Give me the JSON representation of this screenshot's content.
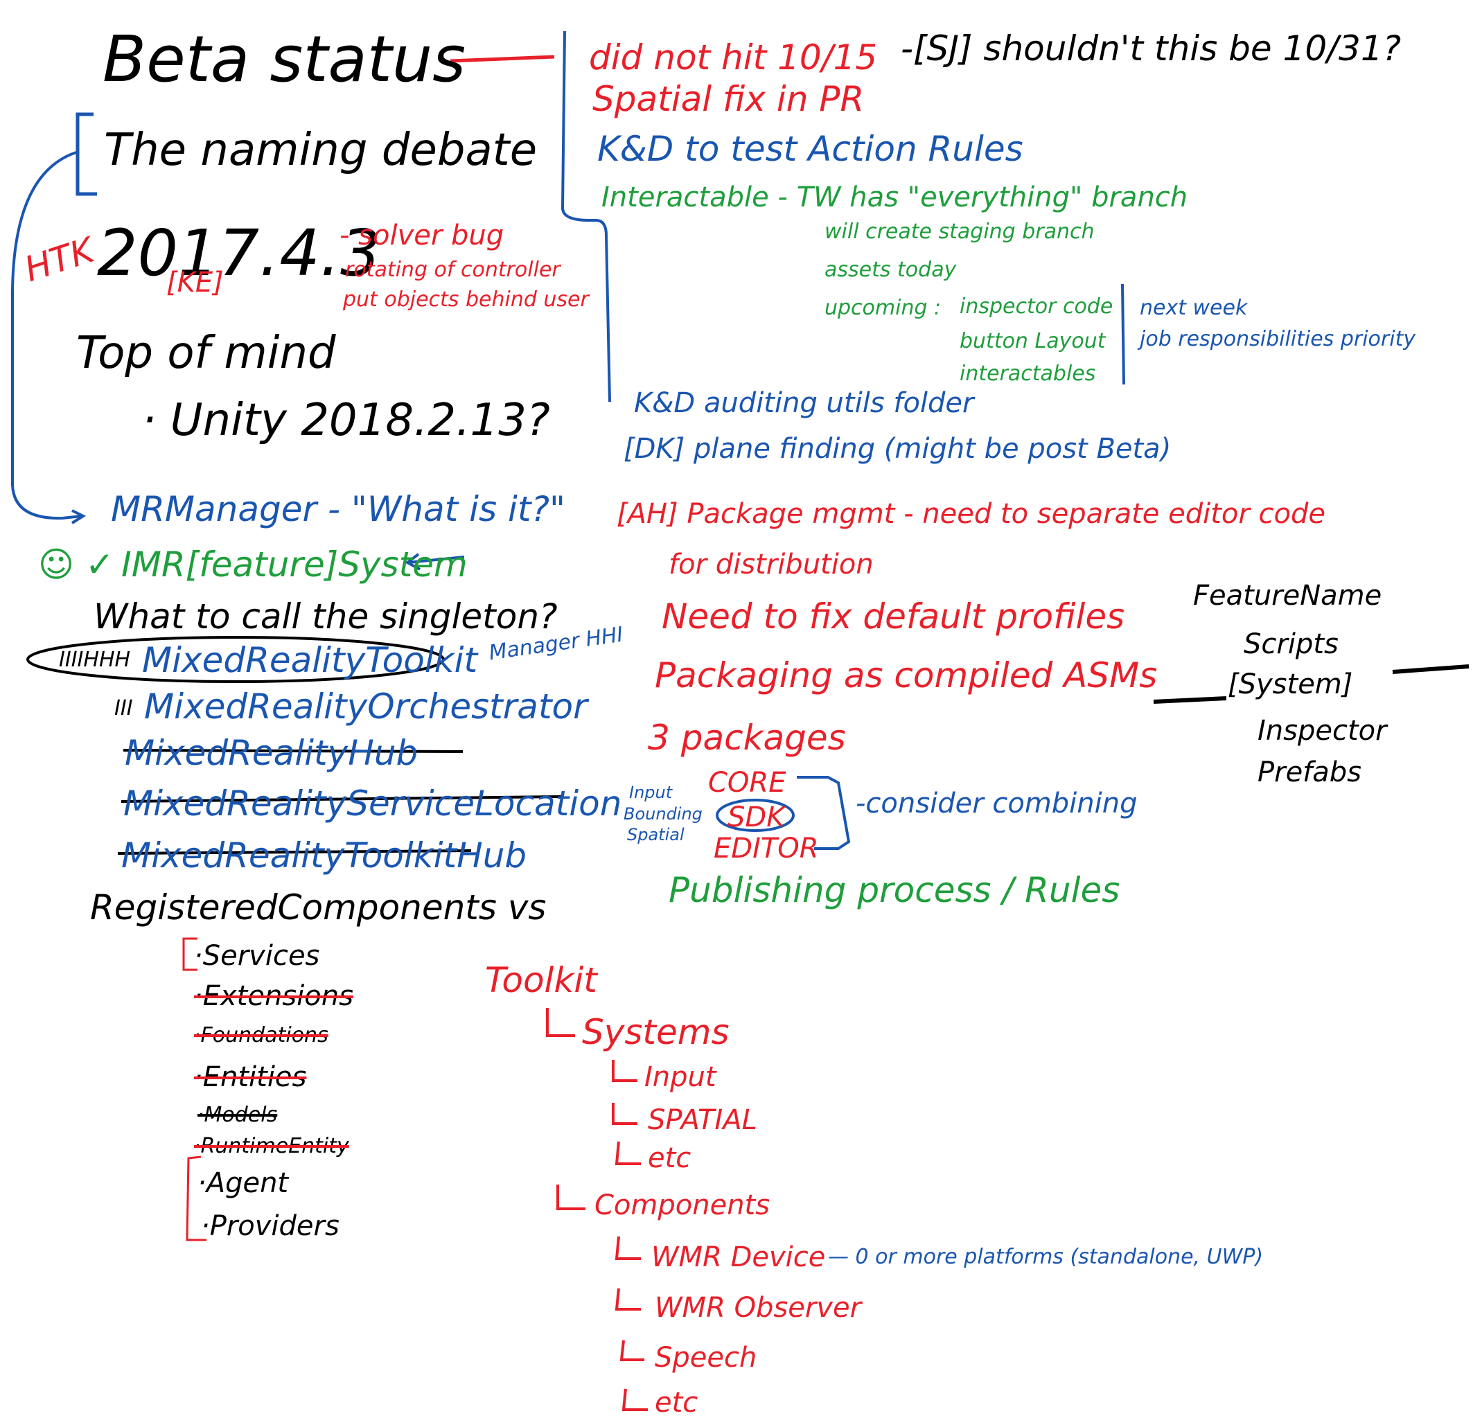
{
  "colors": {
    "black": "#000000",
    "red": "#e8202a",
    "blue": "#1a56b0",
    "green": "#1f9e3c"
  },
  "left": {
    "title": "Beta status",
    "naming_debate": "The naming debate",
    "htk": "HTK",
    "version": "2017.4.3",
    "ke": "[KE]",
    "solver_bug": "- solver bug",
    "rotating": "rotating of controller",
    "put_objects": "put objects behind user",
    "top_of_mind": "Top of mind",
    "unity": "· Unity 2018.2.13?",
    "mrmanager": "MRManager - \"What is it?\"",
    "imr_system": "IMR[feature]System",
    "smiley_check": "☺ ✓",
    "singleton_q": "What to call the singleton?",
    "tally": "IIIIHHH",
    "toolkit": "MixedRealityToolkit",
    "manager": "Manager HHI",
    "orchestrator_tally": "III",
    "orchestrator": "MixedRealityOrchestrator",
    "hub": "MixedRealityHub",
    "service_location": "MixedRealityServiceLocation",
    "toolkit_hub": "MixedRealityToolkitHub",
    "registered": "RegisteredComponents vs",
    "list": [
      {
        "label": "·Services",
        "struck": false
      },
      {
        "label": "·Extensions",
        "struck": true
      },
      {
        "label": "·Foundations",
        "struck": true
      },
      {
        "label": "·Entities",
        "struck": true
      },
      {
        "label": "·Models",
        "struck": true
      },
      {
        "label": "·RuntimeEntity",
        "struck": true
      },
      {
        "label": "·Agent",
        "struck": false
      },
      {
        "label": "·Providers",
        "struck": false
      }
    ]
  },
  "right": {
    "did_not_hit": "did not hit 10/15",
    "sj": "-[SJ] shouldn't this be 10/31?",
    "spatial_fix": "Spatial fix in PR",
    "kd_action": "K&D to test Action Rules",
    "interactable": "Interactable - TW has \"everything\" branch",
    "staging": "will create staging branch",
    "assets": "assets today",
    "upcoming": "upcoming :",
    "inspector_code": "inspector code",
    "button_layout": "button Layout",
    "interactables": "interactables",
    "next_week": "next week",
    "job_resp": "job responsibilities priority",
    "kd_auditing": "K&D auditing utils folder",
    "dk_plane": "[DK] plane finding (might be post Beta)",
    "ah_package": "[AH] Package mgmt - need to separate editor code",
    "for_distribution": "for distribution",
    "default_profiles": "Need to fix default profiles",
    "packaging": "Packaging as compiled ASMs",
    "three_packages": "3 packages",
    "core": "CORE",
    "sdk": "SDK",
    "editor": "EDITOR",
    "input_bounding_spatial": [
      "Input",
      "Bounding",
      "Spatial"
    ],
    "consider": "-consider combining",
    "publishing": "Publishing process / Rules",
    "feature_name": "FeatureName",
    "scripts": "Scripts",
    "system": "[System]",
    "inspector": "Inspector",
    "prefabs": "Prefabs",
    "toolkit": "Toolkit",
    "systems": "Systems",
    "sys_children": [
      "Input",
      "SPATIAL",
      "etc"
    ],
    "components": "Components",
    "comp_children": [
      "WMR Device",
      "WMR Observer",
      "Speech",
      "etc"
    ],
    "platforms": "— 0 or more platforms (standalone, UWP)"
  }
}
